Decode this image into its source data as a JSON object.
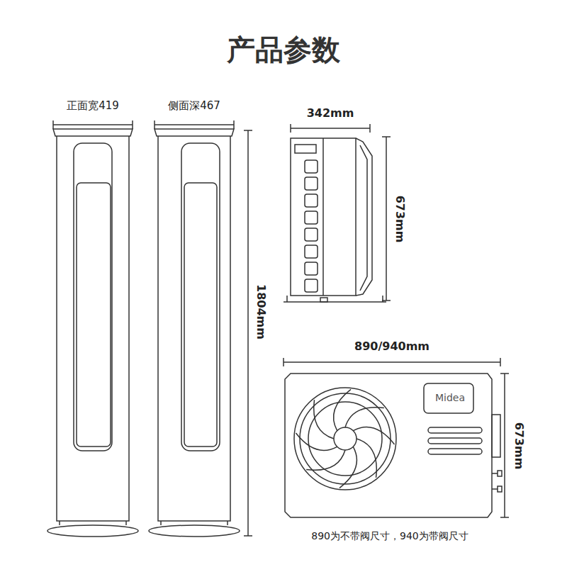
{
  "diagram": {
    "title": "产品参数",
    "labels": [
      "正面宽419",
      "侧面深467",
      "1804mm",
      "342mm",
      "673mm",
      "890/940mm",
      "Midea",
      "673mm",
      "890为不带阀尺寸，940为带阀尺寸"
    ]
  }
}
